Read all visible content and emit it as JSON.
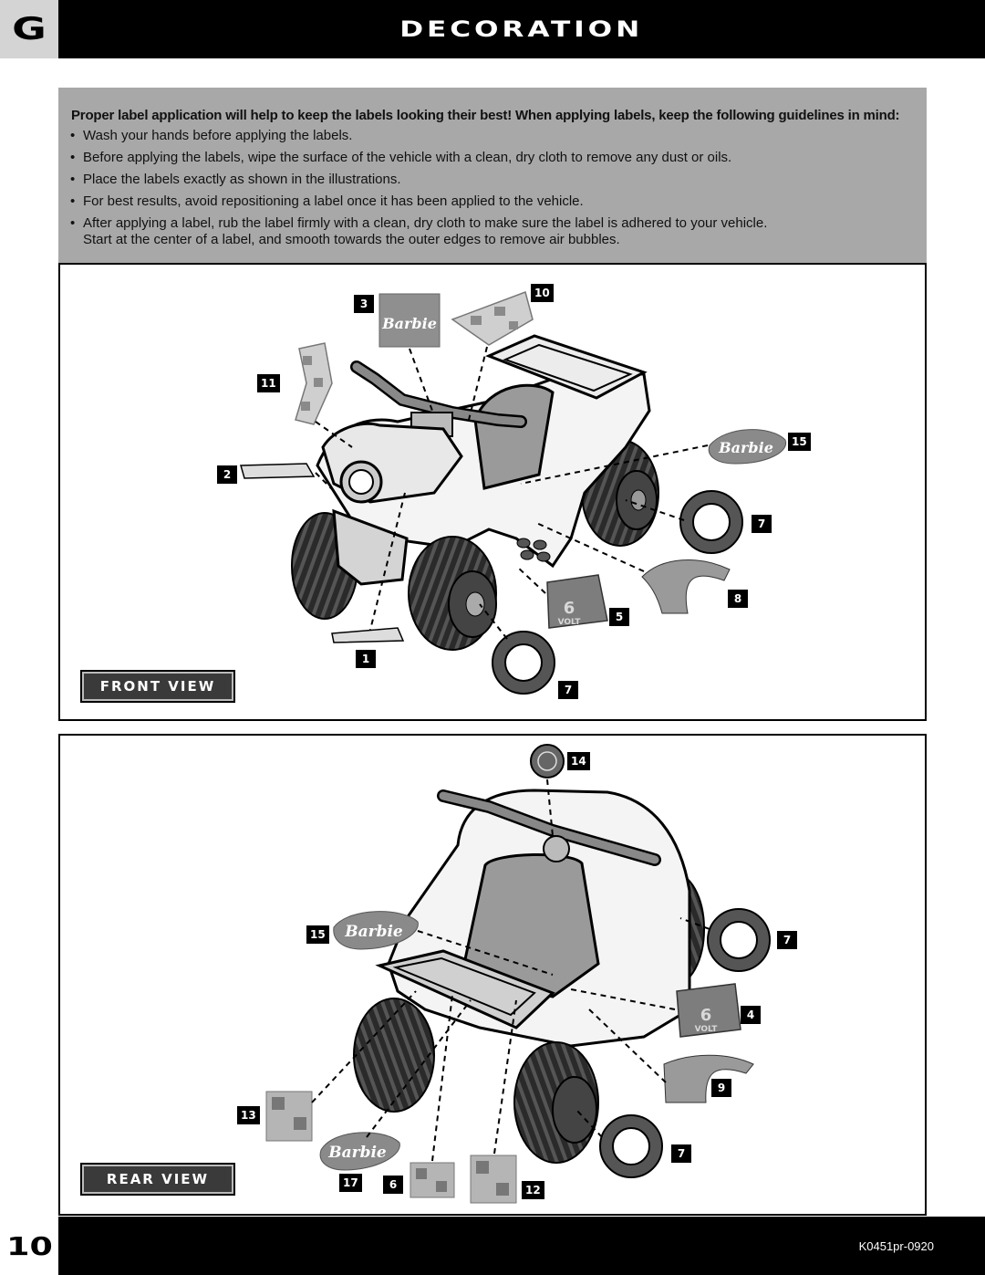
{
  "header": {
    "section_letter": "G",
    "title": "DECORATION"
  },
  "guidelines": {
    "intro": "Proper label application will help to keep the labels looking their best! When applying labels, keep the following guidelines in mind:",
    "items": [
      "Wash your hands before applying the labels.",
      "Before applying the labels, wipe the surface of the vehicle with a clean, dry cloth to remove any dust or oils.",
      "Place the labels exactly as shown in the illustrations.",
      "For best results, avoid repositioning a label once it has been applied to the vehicle.",
      "After applying a label, rub the label firmly with a clean, dry cloth to make sure the label is adhered to your vehicle.",
      "Start at the center of a label, and smooth towards the outer edges to remove air bubbles."
    ],
    "bullet": "•"
  },
  "front_view": {
    "label": "FRONT VIEW",
    "callouts": [
      "3",
      "10",
      "11",
      "2",
      "15",
      "7",
      "8",
      "5",
      "1",
      "7"
    ]
  },
  "rear_view": {
    "label": "REAR VIEW",
    "callouts": [
      "14",
      "15",
      "7",
      "4",
      "9",
      "13",
      "7",
      "17",
      "6",
      "12"
    ]
  },
  "labels": {
    "brand": "Barbie",
    "battery_number": "6",
    "battery_word": "VOLT"
  },
  "footer": {
    "page_number": "10",
    "code": "K0451pr-0920"
  }
}
